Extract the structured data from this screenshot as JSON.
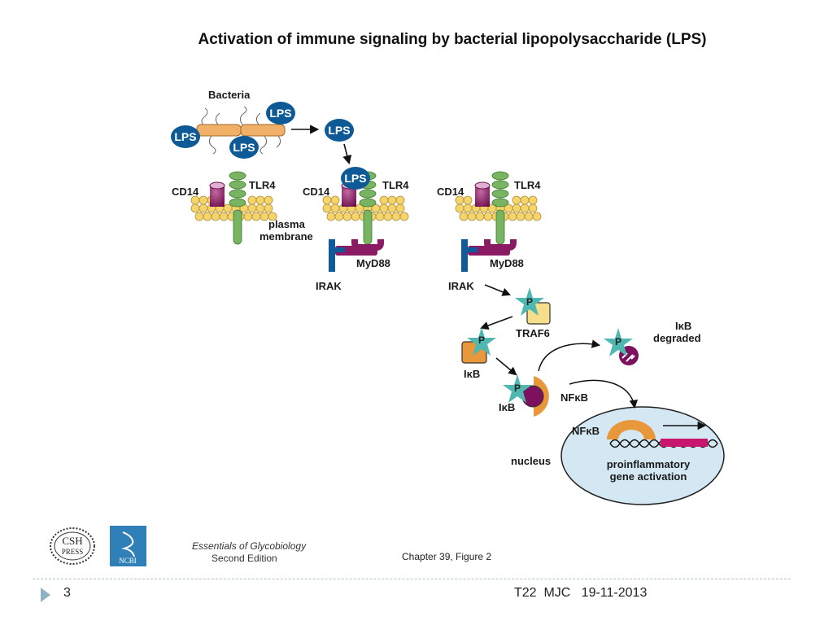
{
  "slide": {
    "title": "Activation of immune signaling by bacterial lipopolysaccharide (LPS)",
    "number": "3",
    "footer_right": "T22  MJC   19-11-2013",
    "chapter": "Chapter 39, Figure  2",
    "book_title": "Essentials of Glycobiology",
    "book_edition": "Second Edition"
  },
  "diagram": {
    "bacteria": "Bacteria",
    "lps": "LPS",
    "cd14": "CD14",
    "tlr4": "TLR4",
    "plasma": "plasma",
    "membrane": "membrane",
    "myd88": "MyD88",
    "irak": "IRAK",
    "p": "P",
    "traf6": "TRAF6",
    "ikb": "IκB",
    "nfkb": "NFκB",
    "ikb_degraded_1": "IκB",
    "ikb_degraded_2": "degraded",
    "nucleus": "nucleus",
    "gene_1": "proinflammatory",
    "gene_2": "gene activation"
  },
  "logos": {
    "csh_1": "CSH",
    "csh_2": "PRESS",
    "ncbi": "NCBI"
  },
  "colors": {
    "lps_blue": "#0d5a96",
    "membrane_tan": "#f5d56a",
    "tlr4_green": "#78b462",
    "cd14_purple": "#8a1a64",
    "irak_blue": "#0f5a9a",
    "star_teal": "#4fb8b0",
    "orange": "#e8973a",
    "nucleus_fill": "#d4e8f4",
    "gene_magenta": "#c8166e"
  }
}
